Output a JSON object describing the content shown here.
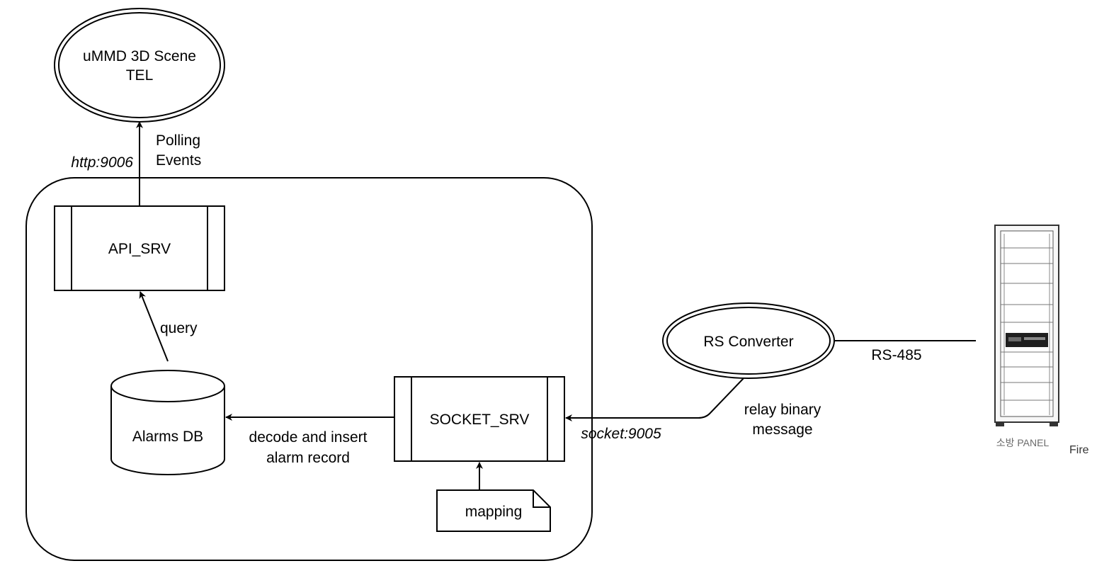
{
  "nodes": {
    "scene": {
      "line1": "uMMD 3D Scene",
      "line2": "TEL"
    },
    "api_srv": {
      "label": "API_SRV"
    },
    "alarms_db": {
      "label": "Alarms DB"
    },
    "socket_srv": {
      "label": "SOCKET_SRV"
    },
    "mapping": {
      "label": "mapping"
    },
    "rs_converter": {
      "label": "RS Converter"
    },
    "panel": {
      "caption": "소방 PANEL",
      "side_label": "Fire"
    }
  },
  "edges": {
    "http": {
      "port": "http:9006",
      "line1": "Polling",
      "line2": "Events"
    },
    "query": {
      "label": "query"
    },
    "decode": {
      "line1": "decode and insert",
      "line2": "alarm record"
    },
    "socket": {
      "port": "socket:9005"
    },
    "relay": {
      "line1": "relay binary",
      "line2": "message"
    },
    "rs485": {
      "label": "RS-485"
    }
  },
  "colors": {
    "stroke": "#000000",
    "background": "#ffffff",
    "rack_body": "#f7f7f7",
    "rack_dark": "#1f1f1f"
  }
}
